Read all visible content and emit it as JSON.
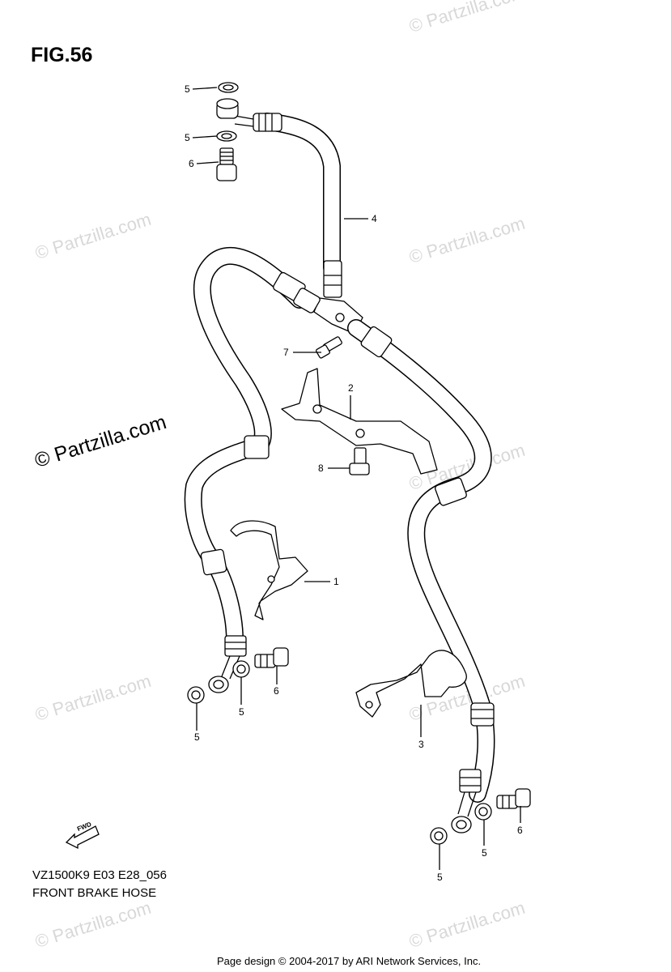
{
  "figure": {
    "title": "FIG.56",
    "model_code": "VZ1500K9 E03 E28_056",
    "part_title": "FRONT BRAKE HOSE",
    "copyright": "Page design © 2004-2017 by ARI Network Services, Inc.",
    "watermark_main": "© Partzilla.com",
    "watermark_faint": "© Partzilla.com",
    "fwd_label": "FWD"
  },
  "callouts": [
    {
      "id": "c5a",
      "label": "5"
    },
    {
      "id": "c5b",
      "label": "5"
    },
    {
      "id": "c6a",
      "label": "6"
    },
    {
      "id": "c4",
      "label": "4"
    },
    {
      "id": "c7",
      "label": "7"
    },
    {
      "id": "c2",
      "label": "2"
    },
    {
      "id": "c8",
      "label": "8"
    },
    {
      "id": "c1",
      "label": "1"
    },
    {
      "id": "c6b",
      "label": "6"
    },
    {
      "id": "c5c",
      "label": "5"
    },
    {
      "id": "c5d",
      "label": "5"
    },
    {
      "id": "c3",
      "label": "3"
    },
    {
      "id": "c6c",
      "label": "6"
    },
    {
      "id": "c5e",
      "label": "5"
    },
    {
      "id": "c5f",
      "label": "5"
    }
  ]
}
